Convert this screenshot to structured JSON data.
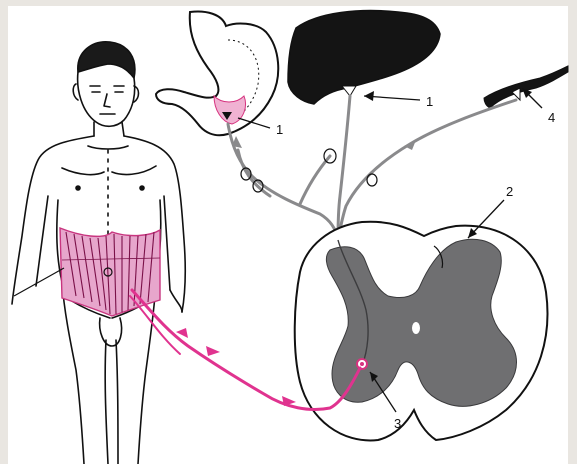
{
  "diagram": {
    "callouts": [
      {
        "id": "stomach-receptor",
        "label": "1"
      },
      {
        "id": "liver-receptor",
        "label": "1"
      },
      {
        "id": "spinal-cord",
        "label": "2"
      },
      {
        "id": "dorsal-horn-neuron",
        "label": "3"
      },
      {
        "id": "vessel-receptor",
        "label": "4"
      }
    ]
  },
  "colors": {
    "page_margin": "#e9e6e1",
    "background": "#ffffff",
    "ink": "#111111",
    "organ_fill": "#141414",
    "gray_matter": "#6f6f71",
    "nerve_gray": "#8a8a8c",
    "pain_pathway": "#e0338f",
    "pain_zone": "#e7a6cc"
  }
}
